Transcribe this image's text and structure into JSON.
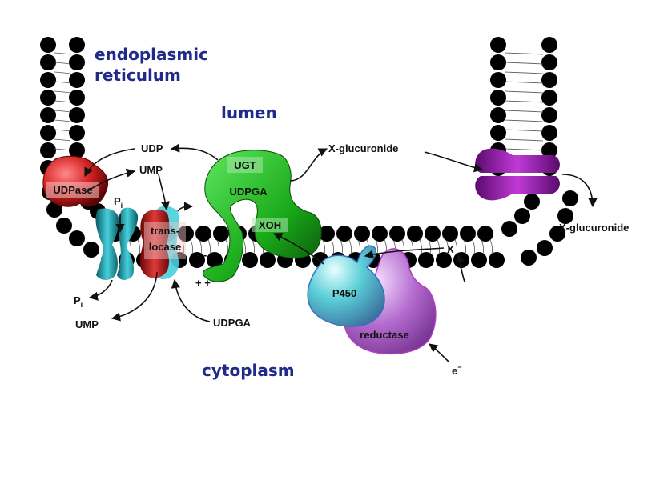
{
  "regions": {
    "er_line1": "endoplasmic",
    "er_line2": "reticulum",
    "lumen": "lumen",
    "cytoplasm": "cytoplasm"
  },
  "proteins": {
    "udpase": "UDPase",
    "translocase_line1": "trans-",
    "translocase_line2": "locase",
    "ugt": "UGT",
    "p450": "P450",
    "reductase": "reductase"
  },
  "molecules": {
    "udp": "UDP",
    "ump_lumen": "UMP",
    "pi_lumen": "P",
    "pi_lumen_sub": "i",
    "udpga_lumen": "UDPGA",
    "xoh": "XOH",
    "x_glucuronide_lumen": "X-glucuronide",
    "x_glucuronide_cyto": "X-glucuronide",
    "x": "X",
    "pi_cyto": "P",
    "pi_cyto_sub": "i",
    "ump_cyto": "UMP",
    "udpga_cyto": "UDPGA",
    "electron": "e",
    "electron_sup": "−"
  },
  "charges": {
    "negative": "- -",
    "positive": "+ +"
  },
  "colors": {
    "label_blue": "#1f2a8a",
    "membrane": "#000000",
    "udpase": "#d42020",
    "channel": "#3fc9d6",
    "translocase": "#c01818",
    "ugt": "#1db31d",
    "p450": "#58cdd6",
    "reductase": "#b060c8",
    "transporter": "#a21cb8"
  }
}
